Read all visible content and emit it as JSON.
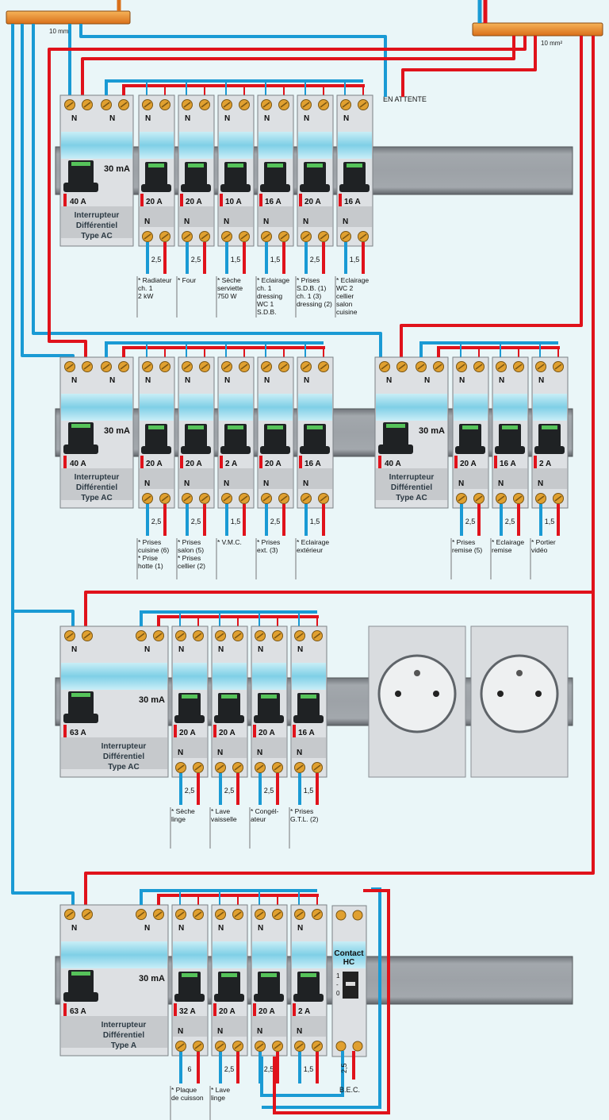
{
  "colors": {
    "phase": "#e0121b",
    "neutral": "#1a9ad4",
    "rail": "#8c9196",
    "module": "#dde0e3",
    "band": "#8fd4e8",
    "handle": "#1f2224",
    "bar": "#f08a20"
  },
  "busbars": {
    "left_label": "10 mm²",
    "right_label": "10 mm²"
  },
  "en_attente": "EN ATTENTE",
  "rows": [
    {
      "groups": [
        {
          "diff": {
            "sensitivity": "30 mA",
            "rating": "40 A",
            "label1": "Interrupteur",
            "label2": "Différentiel",
            "label3": "Type AC"
          },
          "breakers": [
            {
              "rating": "20 A",
              "section": "2,5",
              "desc": [
                "* Radiateur",
                "ch. 1",
                "2 kW"
              ]
            },
            {
              "rating": "20 A",
              "section": "2,5",
              "desc": [
                "* Four"
              ]
            },
            {
              "rating": "10 A",
              "section": "1,5",
              "desc": [
                "* Sèche",
                "serviette",
                "750 W"
              ]
            },
            {
              "rating": "16 A",
              "section": "1,5",
              "desc": [
                "* Eclairage",
                "ch. 1",
                "dressing",
                "WC 1",
                "S.D.B."
              ]
            },
            {
              "rating": "20 A",
              "section": "2,5",
              "desc": [
                "* Prises",
                "S.D.B. (1)",
                "ch. 1 (3)",
                "dressing (2)"
              ]
            },
            {
              "rating": "16 A",
              "section": "1,5",
              "desc": [
                "* Eclairage",
                "WC 2",
                "cellier",
                "salon",
                "cuisine"
              ]
            }
          ]
        }
      ]
    },
    {
      "groups": [
        {
          "diff": {
            "sensitivity": "30 mA",
            "rating": "40 A",
            "label1": "Interrupteur",
            "label2": "Différentiel",
            "label3": "Type AC"
          },
          "breakers": [
            {
              "rating": "20 A",
              "section": "2,5",
              "desc": [
                "* Prises",
                "cuisine (6)",
                "* Prise",
                "hotte (1)"
              ]
            },
            {
              "rating": "20 A",
              "section": "2,5",
              "desc": [
                "* Prises",
                "salon (5)",
                "* Prises",
                "cellier (2)"
              ]
            },
            {
              "rating": "2 A",
              "section": "1,5",
              "desc": [
                "* V.M.C."
              ]
            },
            {
              "rating": "20 A",
              "section": "2,5",
              "desc": [
                "* Prises",
                "ext. (3)"
              ]
            },
            {
              "rating": "16 A",
              "section": "1,5",
              "desc": [
                "* Eclairage",
                "extérieur"
              ]
            }
          ]
        },
        {
          "diff": {
            "sensitivity": "30 mA",
            "rating": "40 A",
            "label1": "Interrupteur",
            "label2": "Différentiel",
            "label3": "Type AC"
          },
          "breakers": [
            {
              "rating": "20 A",
              "section": "2,5",
              "desc": [
                "* Prises",
                "remise (5)"
              ]
            },
            {
              "rating": "16 A",
              "section": "2,5",
              "desc": [
                "* Eclairage",
                "remise"
              ]
            },
            {
              "rating": "2 A",
              "section": "1,5",
              "desc": [
                "* Portier",
                "vidéo"
              ]
            }
          ]
        }
      ]
    },
    {
      "groups": [
        {
          "diff": {
            "sensitivity": "30 mA",
            "rating": "63 A",
            "label1": "Interrupteur",
            "label2": "Différentiel",
            "label3": "Type AC"
          },
          "breakers": [
            {
              "rating": "20 A",
              "section": "2,5",
              "desc": [
                "* Sèche",
                "linge"
              ]
            },
            {
              "rating": "20 A",
              "section": "2,5",
              "desc": [
                "* Lave",
                "vaisselle"
              ]
            },
            {
              "rating": "20 A",
              "section": "2,5",
              "desc": [
                "* Congél-",
                "ateur"
              ]
            },
            {
              "rating": "16 A",
              "section": "1,5",
              "desc": [
                "* Prises",
                "G.T.L. (2)"
              ]
            }
          ]
        }
      ]
    },
    {
      "groups": [
        {
          "diff": {
            "sensitivity": "30 mA",
            "rating": "63 A",
            "label1": "Interrupteur",
            "label2": "Différentiel",
            "label3": "Type A"
          },
          "breakers": [
            {
              "rating": "32 A",
              "section": "6",
              "desc": [
                "* Plaque",
                "de cuisson"
              ]
            },
            {
              "rating": "20 A",
              "section": "2,5",
              "desc": [
                "* Lave",
                "linge"
              ]
            },
            {
              "rating": "20 A",
              "section": "2,5",
              "desc": []
            },
            {
              "rating": "2 A",
              "section": "1,5",
              "desc": []
            }
          ]
        }
      ]
    }
  ],
  "contactor": {
    "label1": "Contact",
    "label2": "HC",
    "pos_1": "1",
    "pos_dash": "-",
    "pos_0": "0",
    "section": "2,5",
    "bec": "B.E.C."
  },
  "sockets": [
    {
      "kind": "socket"
    },
    {
      "kind": "socket"
    }
  ]
}
